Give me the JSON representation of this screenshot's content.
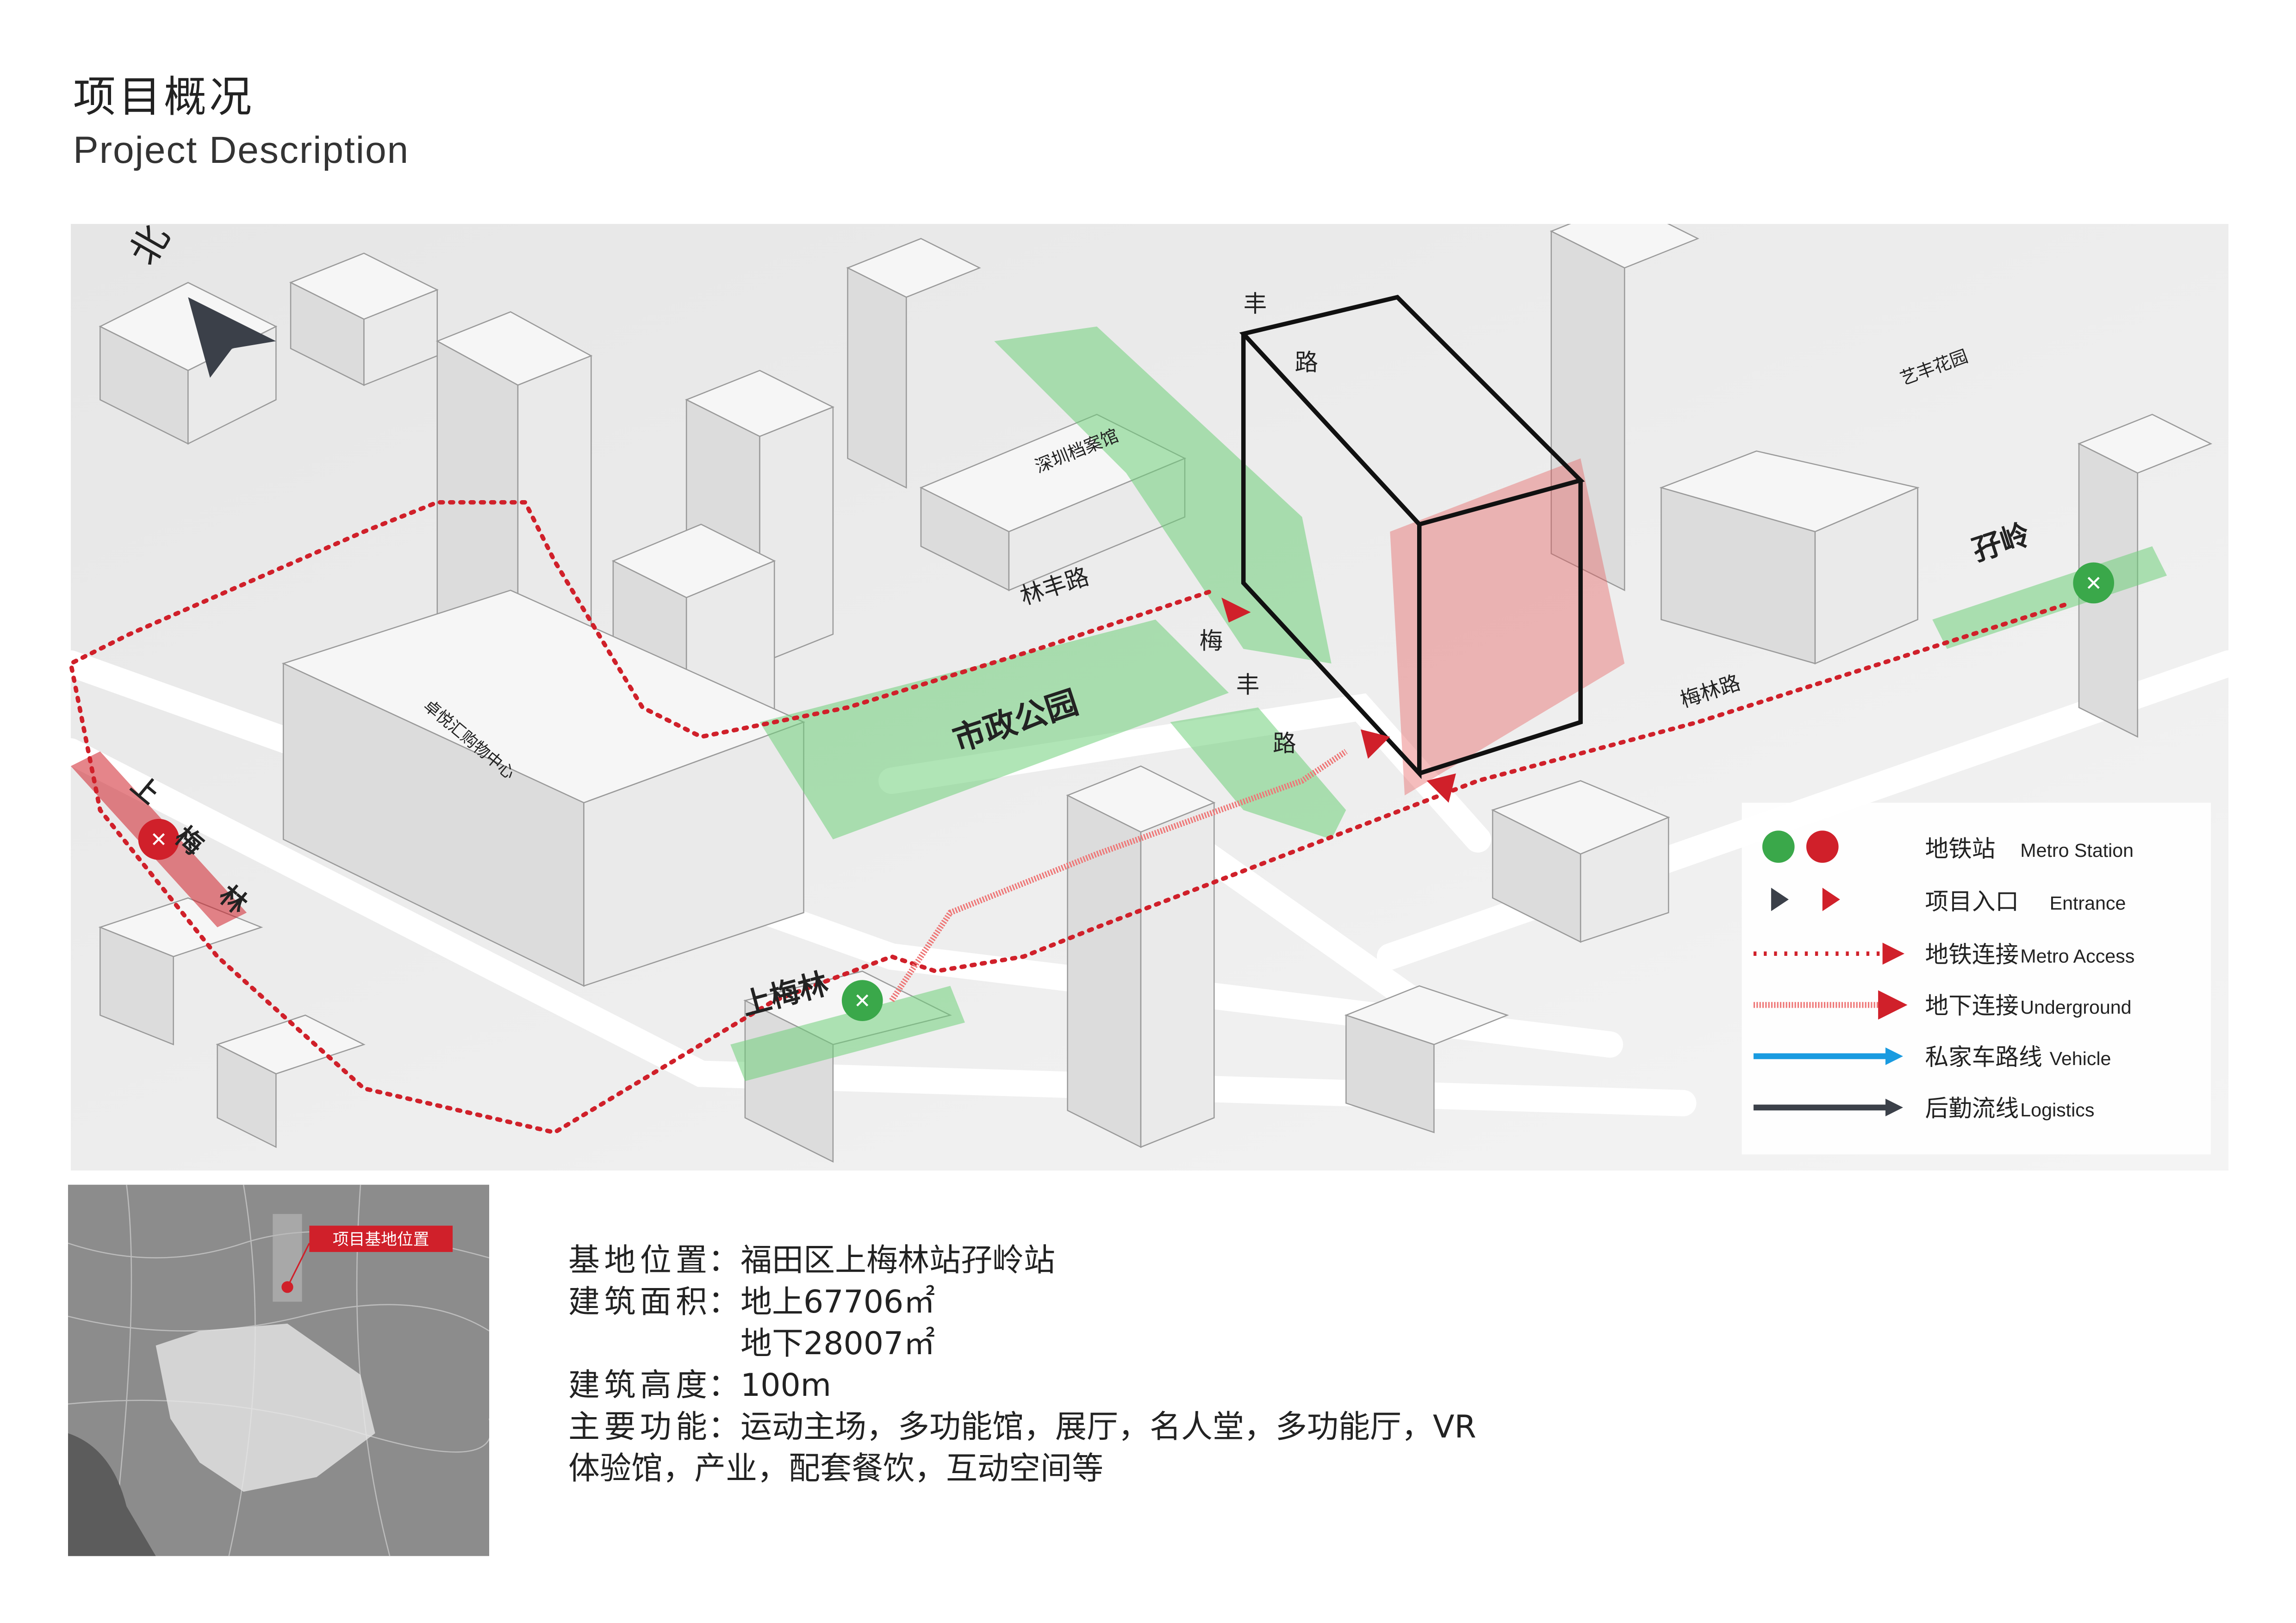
{
  "header": {
    "title_cn": "项目概况",
    "title_en": "Project Description"
  },
  "map": {
    "north_label": "北",
    "roads": {
      "lin_feng_top": "丰",
      "lin_feng_top2": "路",
      "lin_feng_road": "林丰路",
      "mei_feng_1": "梅",
      "mei_feng_2": "丰",
      "mei_feng_3": "路",
      "mei_lin_road": "梅林路",
      "top_clip": "北"
    },
    "places": {
      "archives": "深圳档案馆",
      "park": "市政公园",
      "mall": "卓悦汇购物中心",
      "garden": "艺丰花园"
    },
    "stations": {
      "shangmeilin_vertical": [
        "上",
        "梅",
        "林"
      ],
      "shangmeilin": "上梅林",
      "mengling": "孖岭"
    },
    "legend": [
      {
        "cn": "地铁站",
        "en": "Metro Station",
        "icon": "metro-icon"
      },
      {
        "cn": "项目入口",
        "en": "Entrance",
        "icon": "entrance-triangle-icon"
      },
      {
        "cn": "地铁连接",
        "en": "Metro Access",
        "icon": "dotted-red-arrow-icon"
      },
      {
        "cn": "地下连接",
        "en": "Underground",
        "icon": "hatched-red-arrow-icon"
      },
      {
        "cn": "私家车路线",
        "en": "Vehicle",
        "icon": "blue-arrow-icon"
      },
      {
        "cn": "后勤流线",
        "en": "Logistics",
        "icon": "dark-arrow-icon"
      }
    ]
  },
  "mini_map": {
    "label": "项目基地位置"
  },
  "info": {
    "rows": [
      {
        "key": "基地位置",
        "sep": "：",
        "value": "福田区上梅林站孖岭站"
      },
      {
        "key": "建筑面积",
        "sep": "：",
        "value": "地上67706㎡"
      },
      {
        "cont": "地下28007㎡"
      },
      {
        "key": "建筑高度",
        "sep": "：",
        "value": "100m"
      },
      {
        "key": "主要功能",
        "sep": "：",
        "value": "运动主场，多功能馆，展厅，名人堂，多功能厅，VR"
      },
      {
        "full": "体验馆，产业，配套餐饮，互动空间等"
      }
    ]
  },
  "colors": {
    "metro_red": "#d0202a",
    "metro_green": "#3aa84a",
    "green_zone": "#6fcf7a",
    "vehicle_blue": "#1a9be0",
    "logistics_dark": "#3b4049",
    "building": "#f2f2f2"
  }
}
